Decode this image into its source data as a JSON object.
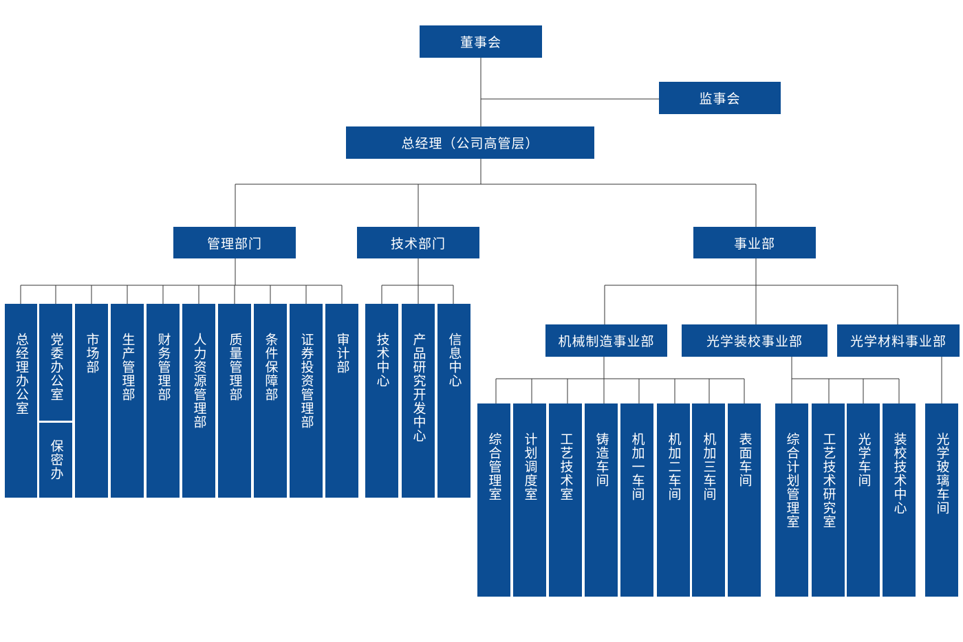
{
  "board": "董事会",
  "supervisory": "监事会",
  "gm": "总经理（公司高管层）",
  "divisions": {
    "management": "管理部门",
    "technical": "技术部门",
    "business": "事业部"
  },
  "management_units": [
    "总经理办公室",
    "党委办公室",
    "保密办",
    "市场部",
    "生产管理部",
    "财务管理部",
    "人力资源管理部",
    "质量管理部",
    "条件保障部",
    "证券投资管理部",
    "审计部"
  ],
  "technical_units": [
    "技术中心",
    "产品研究开发中心",
    "信息中心"
  ],
  "business_units": {
    "mechanical": "机械制造事业部",
    "optical_assembly": "光学装校事业部",
    "optical_material": "光学材料事业部"
  },
  "mechanical_units": [
    "综合管理室",
    "计划调度室",
    "工艺技术室",
    "铸造车间",
    "机加一车间",
    "机加二车间",
    "机加三车间",
    "表面车间"
  ],
  "optical_assembly_units": [
    "综合计划管理室",
    "工艺技术研究室",
    "光学车间",
    "装校技术中心"
  ],
  "optical_material_units": [
    "光学玻璃车间"
  ],
  "colors": {
    "box": "#0c4d93",
    "line": "#333333",
    "text": "#ffffff"
  }
}
